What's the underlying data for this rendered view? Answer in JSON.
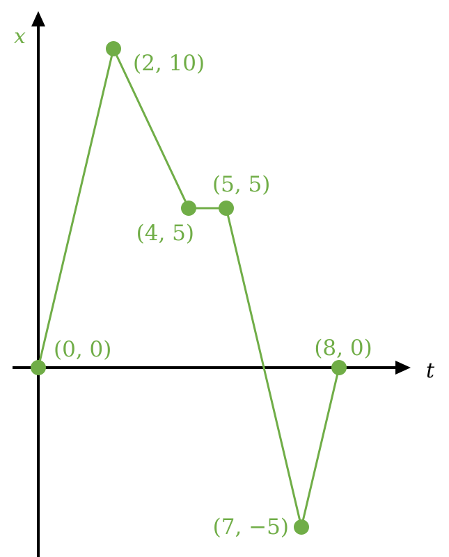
{
  "chart_data": {
    "type": "line",
    "title": "",
    "xlabel": "t",
    "ylabel": "x",
    "grid": false,
    "colors": {
      "series": "#70ad47",
      "axis": "#000000",
      "ylabel": "#70ad47",
      "xlabel": "#000000"
    },
    "series": [
      {
        "points": [
          {
            "t": 0,
            "x": 0,
            "label": "(0, 0)"
          },
          {
            "t": 2,
            "x": 10,
            "label": "(2, 10)"
          },
          {
            "t": 4,
            "x": 5,
            "label": "(4, 5)"
          },
          {
            "t": 5,
            "x": 5,
            "label": "(5, 5)"
          },
          {
            "t": 7,
            "x": -5,
            "label": "(7, −5)"
          },
          {
            "t": 8,
            "x": 0,
            "label": "(8, 0)"
          }
        ]
      }
    ]
  }
}
